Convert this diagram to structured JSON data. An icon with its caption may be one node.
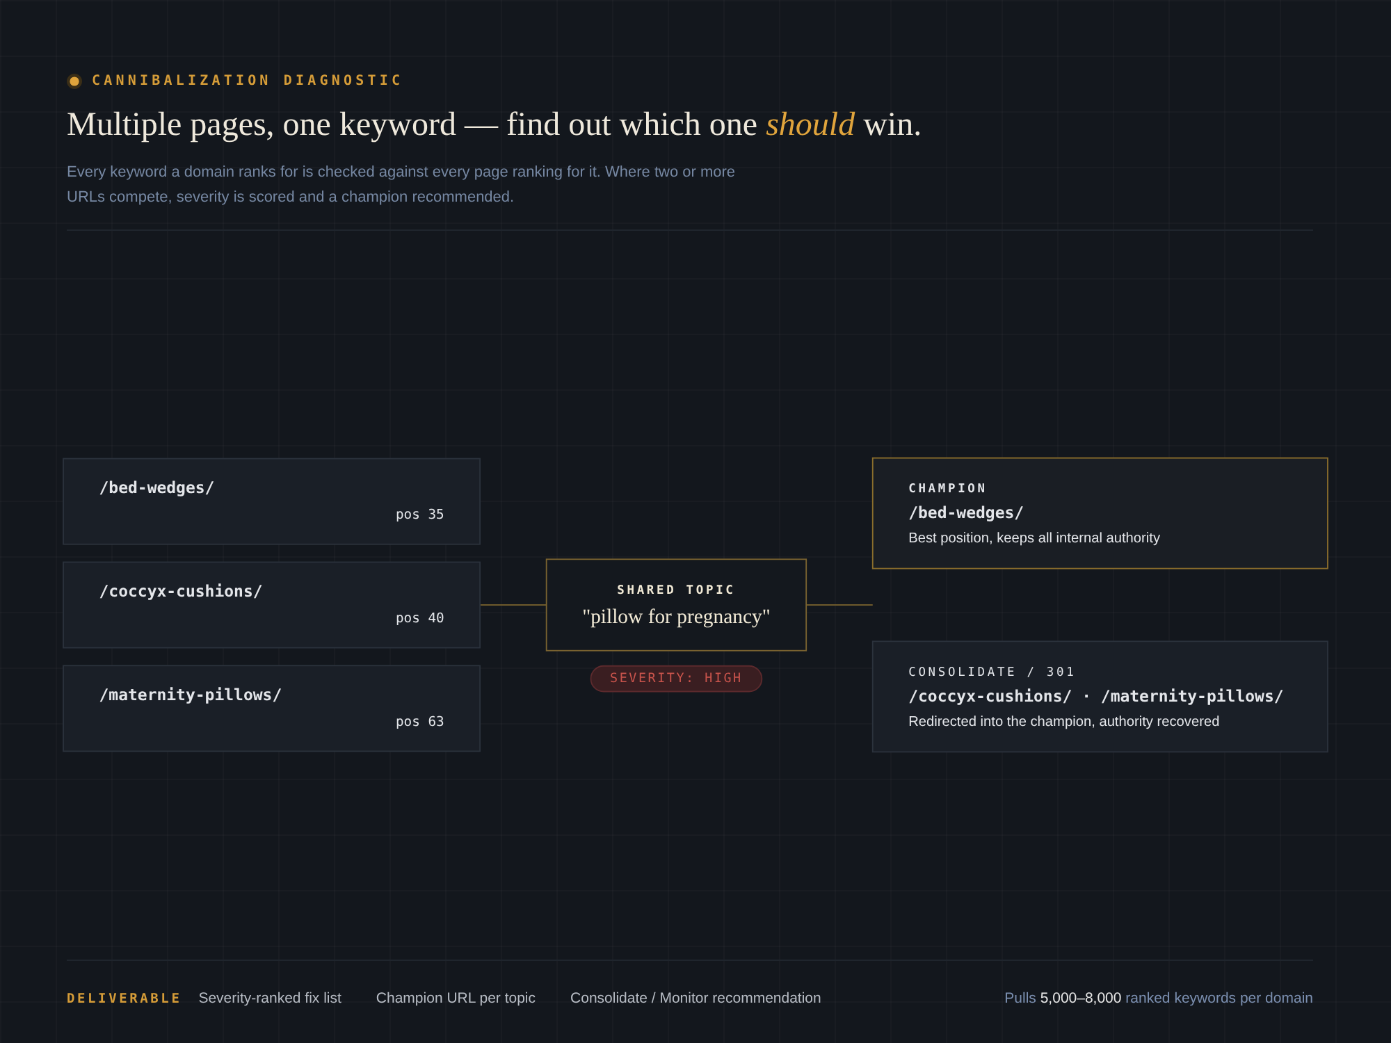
{
  "diagram": {
    "title": "Multiple pages, one keyword — find out which one *should* win.",
    "nodes": [
      {
        "text": [
          "/bed-wedges/",
          "pos 35"
        ]
      },
      {
        "text": [
          "/coccyx-cushions/",
          "pos 40"
        ]
      },
      {
        "text": [
          "/maternity-pillows/",
          "pos 63"
        ]
      },
      {
        "text": [
          "SHARED TOPIC",
          "\"pillow for pregnancy\""
        ],
        "beside": [
          "SEVERITY: HIGH"
        ]
      },
      {
        "text": [
          "CHAMPION",
          "/bed-wedges/",
          "Best position, keeps all internal authority"
        ]
      },
      {
        "text": [
          "CONSOLIDATE / 301",
          "/coccyx-cushions/ · /maternity-pillows/",
          "Redirected into the champion, authority recovered"
        ]
      }
    ],
    "edges": [
      {
        "from": 1,
        "to": 3,
        "arrow": "none"
      },
      {
        "from": 3,
        "to": null,
        "arrow": "none"
      }
    ],
    "labels": [
      "CANNIBALIZATION DIAGNOSTIC",
      "Every keyword a domain ranks for is checked against every page ranking for it. Where two or more URLs compete, severity is scored and a champion recommended.",
      "DELIVERABLE",
      "Severity-ranked fix list",
      "Champion URL per topic",
      "Consolidate / Monitor recommendation",
      "Pulls **5,000–8,000** ranked keywords per domain"
    ]
  }
}
